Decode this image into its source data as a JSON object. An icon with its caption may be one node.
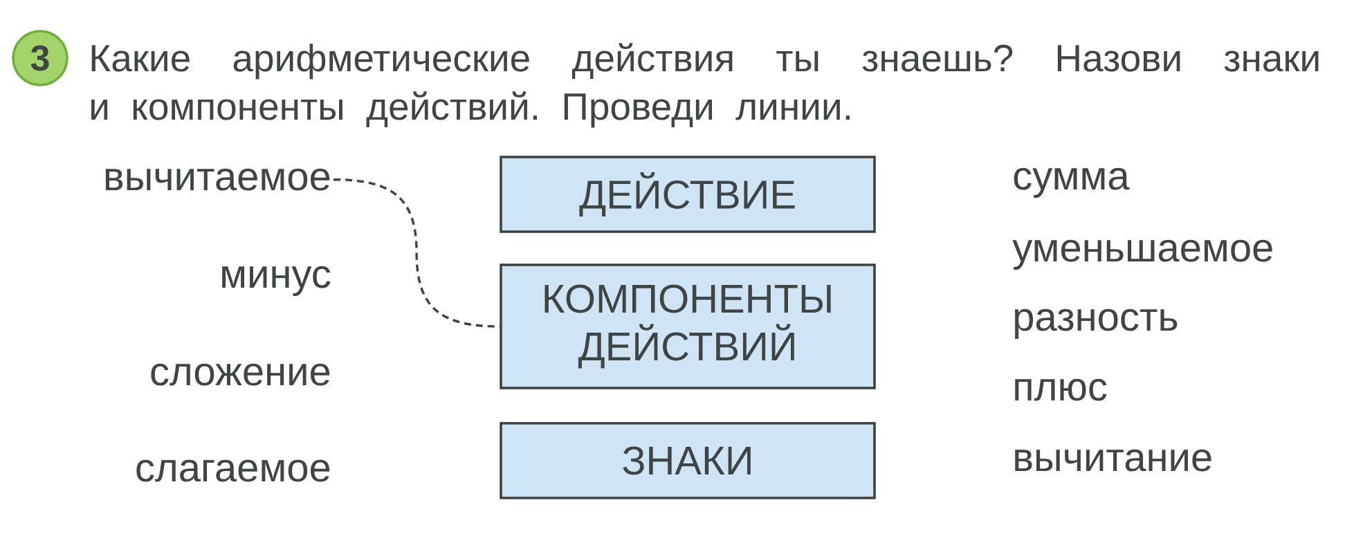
{
  "diagram": {
    "title": "Какие арифметические действия ты знаешь? Назови знаки и компоненты действий. Проведи линии.",
    "nodes": [
      {
        "text": [
          "3"
        ]
      },
      {
        "text": [
          "вычитаемое"
        ]
      },
      {
        "text": [
          "ДЕЙСТВИЕ"
        ]
      },
      {
        "text": [
          "КОМПОНЕНТЫ ДЕЙСТВИЙ"
        ]
      },
      {
        "text": [
          "ЗНАКИ"
        ]
      }
    ],
    "edges": [
      {
        "from": 1,
        "to": 3,
        "arrow": "none",
        "style": "dashed"
      }
    ],
    "labels": [
      "минус",
      "сложение",
      "слагаемое",
      "сумма",
      "уменьшаемое",
      "разность",
      "плюс",
      "вычитание"
    ]
  }
}
